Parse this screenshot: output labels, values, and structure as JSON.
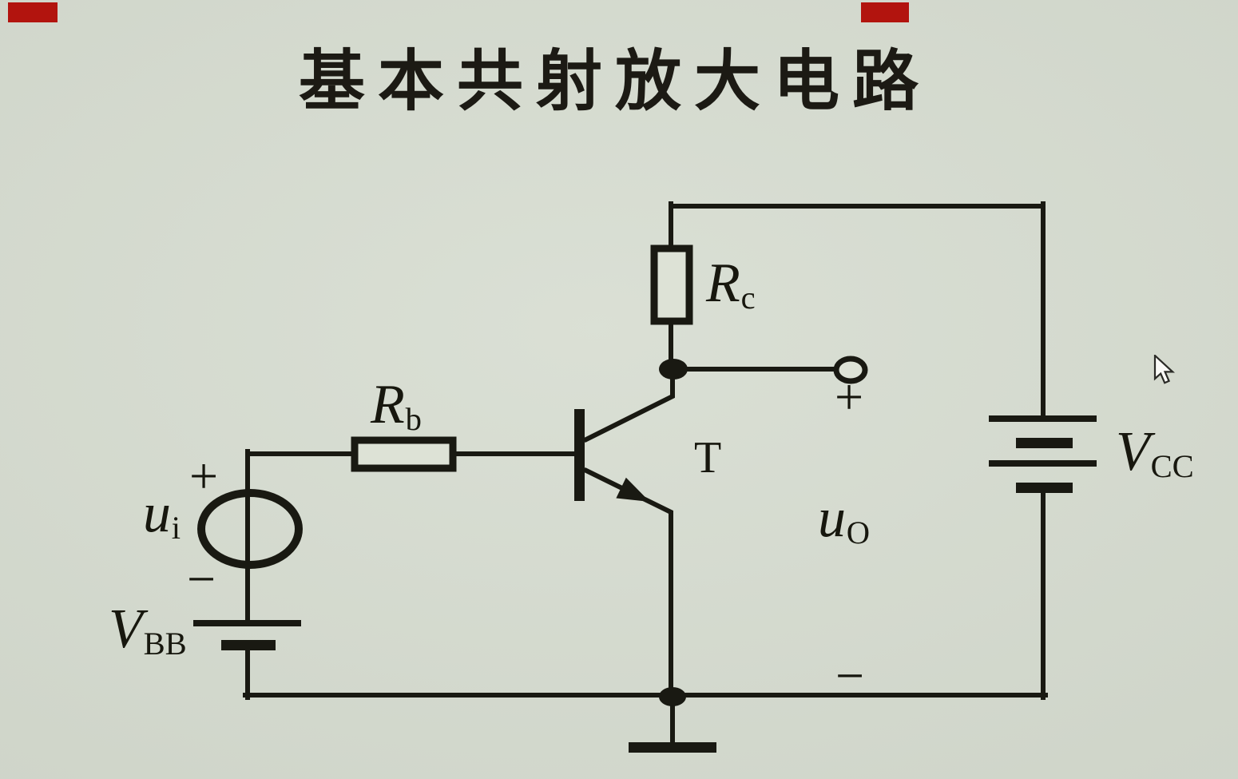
{
  "colors": {
    "background": "#d6dcd0",
    "ink": "#191912",
    "indicator": "#b2140e",
    "component_fill": "#dde2d6",
    "cursor_fill": "#fafaf7"
  },
  "title": {
    "text": "基本共射放大电路"
  },
  "components": {
    "rc": {
      "base": "R",
      "sub": "c"
    },
    "rb": {
      "base": "R",
      "sub": "b"
    },
    "transistor": {
      "label": "T"
    },
    "input_source": {
      "base": "u",
      "sub": "i",
      "plus": "+",
      "minus": "−"
    },
    "vbb": {
      "base": "V",
      "sub": "BB"
    },
    "vcc": {
      "base": "V",
      "sub": "CC"
    },
    "output": {
      "base": "u",
      "sub": "O",
      "plus": "+",
      "minus": "−"
    }
  }
}
